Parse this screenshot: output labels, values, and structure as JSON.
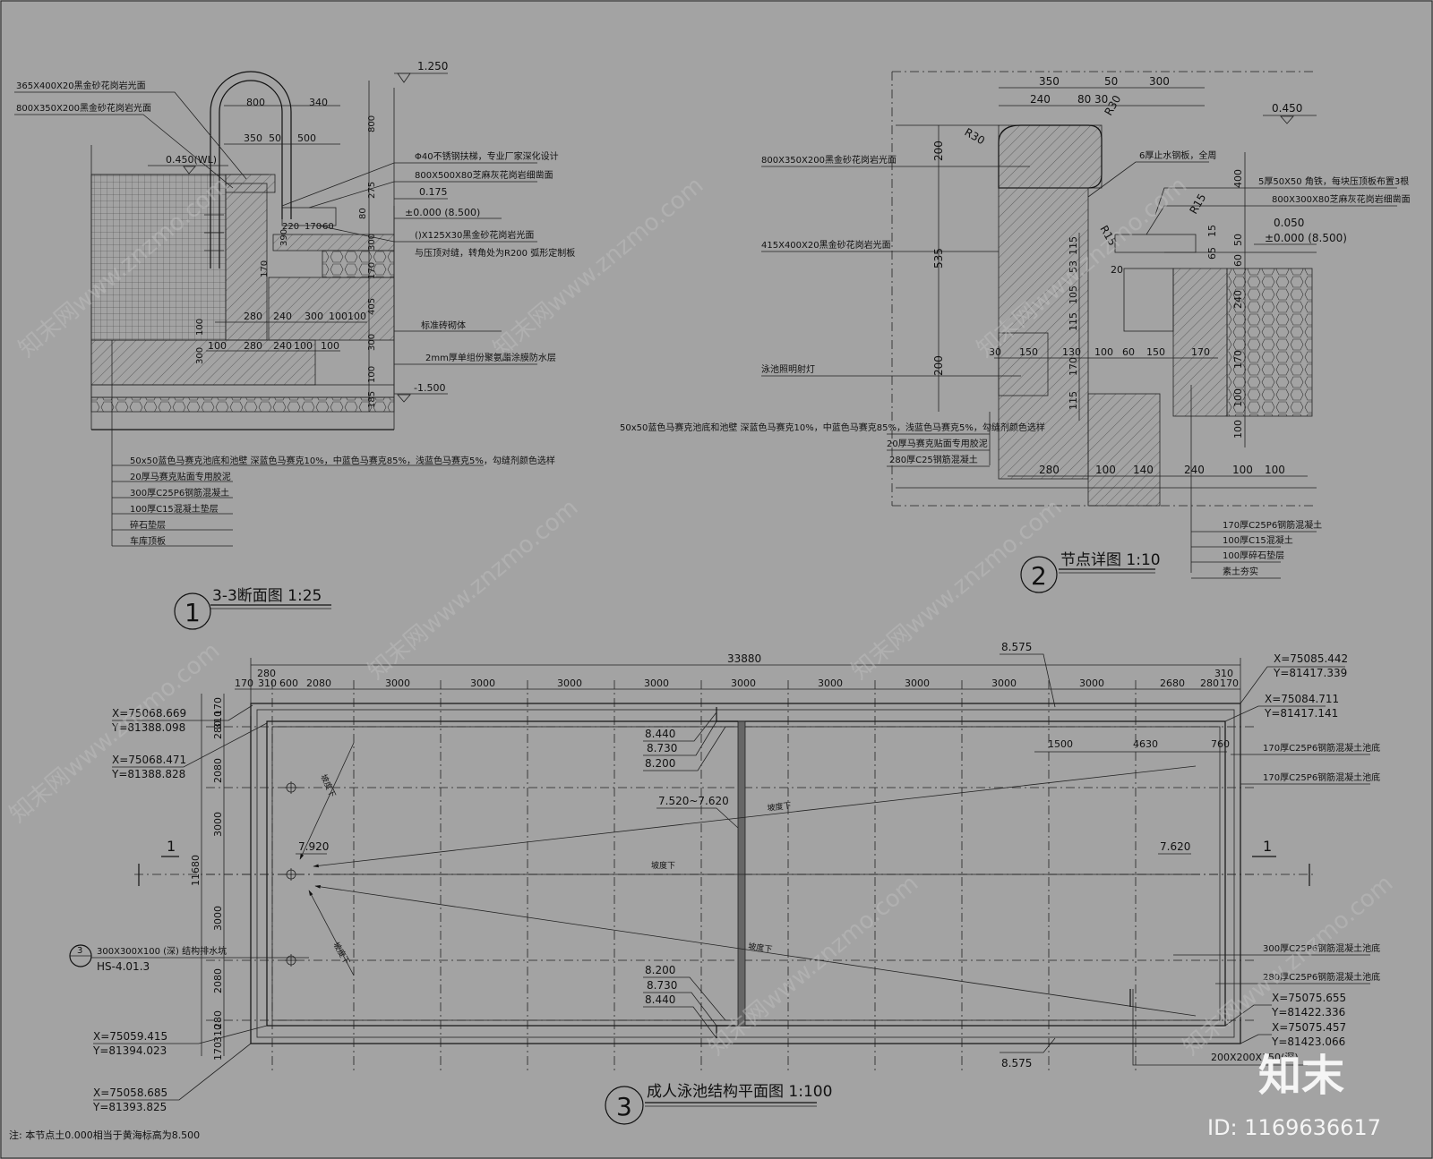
{
  "drawing1": {
    "num": "1",
    "title": "3-3断面图 1:25",
    "labels_left": [
      "365X400X20黑金砂花岗岩光面",
      "800X350X200黑金砂花岗岩光面"
    ],
    "labels_right": [
      "Φ40不锈钢扶梯，专业厂家深化设计",
      "800X500X80芝麻灰花岗岩细凿面",
      "0.175",
      "±0.000 (8.500)",
      "()X125X30黑金砂花岗岩光面",
      "与压顶对缝，转角处为R200  弧形定制板",
      "标准砖砌体",
      "2mm厚单组份聚氨酯涂膜防水层",
      "-1.500"
    ],
    "water_level": "0.450(WL)",
    "top_level": "1.250",
    "dims_top": [
      "800",
      "340",
      "350",
      "50",
      "500"
    ],
    "dims_mid": [
      "220",
      "170",
      "60"
    ],
    "dims_bottom1": [
      "280",
      "240",
      "300",
      "100",
      "100"
    ],
    "dims_bottom2": [
      "100",
      "280",
      "240",
      "100",
      "100"
    ],
    "dims_vert_right": [
      "800",
      "275",
      "80",
      "300",
      "170",
      "405",
      "300",
      "100",
      "185"
    ],
    "dims_vert_left": [
      "300",
      "100",
      "170",
      "390"
    ],
    "legend": [
      "50x50蓝色马赛克池底和池壁  深蓝色马赛克10%，中蓝色马赛克85%，浅蓝色马赛克5%，勾缝剂颜色选样",
      "20厚马赛克贴面专用胶泥",
      "300厚C25P6钢筋混凝土",
      "100厚C15混凝土垫层",
      "碎石垫层",
      "车库顶板"
    ]
  },
  "drawing2": {
    "num": "2",
    "title": "节点详图 1:10",
    "labels_left": [
      "800X350X200黑金砂花岗岩光面",
      "415X400X20黑金砂花岗岩光面",
      "泳池照明射灯"
    ],
    "labels_right": [
      "6厚止水钢板，全周",
      "5厚50X50  角铁，每块压顶板布置3根",
      "800X300X80芝麻灰花岗岩细凿面",
      "0.450",
      "0.050",
      "±0.000 (8.500)"
    ],
    "dims_top1": [
      "350",
      "50",
      "300"
    ],
    "dims_top2": [
      "240",
      "80",
      "30"
    ],
    "radii": [
      "R30",
      "R30",
      "R15",
      "R15"
    ],
    "dims_mid": [
      "30",
      "150",
      "130",
      "100",
      "60",
      "150",
      "170"
    ],
    "dims_bottom": [
      "280",
      "100",
      "140",
      "240",
      "100",
      "100"
    ],
    "dims_vert_left": [
      "200",
      "535",
      "200"
    ],
    "dims_vert_mid": [
      "115",
      "53",
      "105",
      "115",
      "170",
      "115",
      "20"
    ],
    "dims_vert_right": [
      "400",
      "65",
      "15",
      "60",
      "50",
      "240",
      "170",
      "100",
      "100"
    ],
    "legend_left": [
      "50x50蓝色马赛克池底和池壁  深蓝色马赛克10%，中蓝色马赛克85%，浅蓝色马赛克5%，勾缝剂颜色选样",
      "20厚马赛克贴面专用胶泥",
      "280厚C25钢筋混凝土"
    ],
    "legend_right": [
      "170厚C25P6钢筋混凝土",
      "100厚C15混凝土",
      "100厚碎石垫层",
      "素土夯实"
    ]
  },
  "drawing3": {
    "num": "3",
    "title": "成人泳池结构平面图 1:100",
    "overall": "33880",
    "dims_top_row1": [
      "280",
      "310"
    ],
    "dims_top_row2": [
      "170",
      "310",
      "600",
      "2080",
      "3000",
      "3000",
      "3000",
      "3000",
      "3000",
      "3000",
      "3000",
      "3000",
      "3000",
      "2680",
      "280",
      "170"
    ],
    "dims_left": [
      "170",
      "310",
      "280",
      "2080",
      "3000",
      "11680",
      "3000",
      "2080",
      "280",
      "310",
      "170"
    ],
    "coords": [
      "X=75068.669",
      "Y=81388.098",
      "X=75068.471",
      "Y=81388.828",
      "X=75085.442",
      "Y=81417.339",
      "X=75084.711",
      "Y=81417.141",
      "X=75059.415",
      "Y=81394.023",
      "X=75058.685",
      "Y=81393.825",
      "X=75075.655",
      "Y=81422.336",
      "X=75075.457",
      "Y=81423.066"
    ],
    "levels": [
      "8.575",
      "8.575",
      "8.440",
      "8.730",
      "8.200",
      "8.200",
      "8.730",
      "8.440",
      "7.520~7.620",
      "7.920",
      "7.620"
    ],
    "slope": [
      "坡度下",
      "坡度下",
      "坡度下",
      "坡度下",
      "坡度下"
    ],
    "dims_right_inner": [
      "1500",
      "4630",
      "760"
    ],
    "notes_right": [
      "170厚C25P6钢筋混凝土池底",
      "170厚C25P6钢筋混凝土池底",
      "300厚C25P6钢筋混凝土池底",
      "280厚C25P6钢筋混凝土池底",
      "200X200X150(深)"
    ],
    "sump_label": "300X300X100 (深) 结构排水坑",
    "sump_ref": "HS-4.01.3",
    "sump_num": "3",
    "section_mark": "1"
  },
  "note": "注: 本节点土0.000相当于黄海标高为8.500",
  "watermark": "知末网www.znzmo.com",
  "brand": "知末",
  "image_id": "ID: 1169636617"
}
